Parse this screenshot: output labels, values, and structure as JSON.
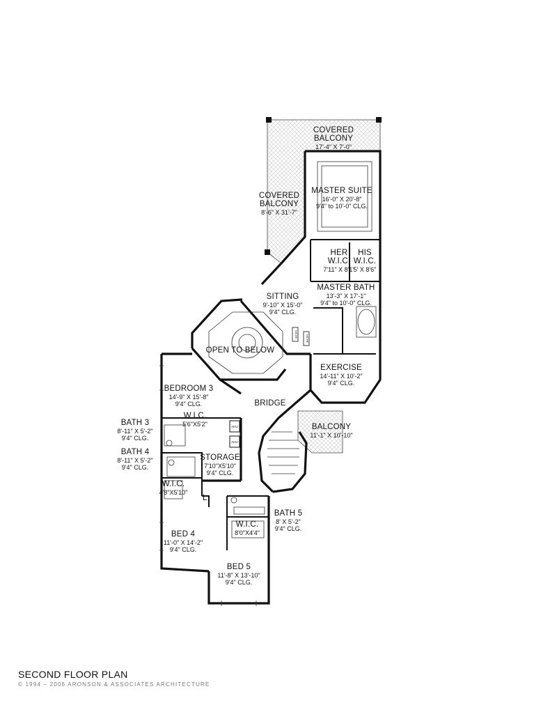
{
  "rooms": {
    "covered_balcony_top": {
      "name": "COVERED\nBALCONY",
      "dim": "17'-4\" X 7'-0\""
    },
    "covered_balcony_side": {
      "name": "COVERED\nBALCONY",
      "dim": "8'-6\" X 31'-7\""
    },
    "master_suite": {
      "name": "MASTER SUITE",
      "dim": "16'-0\" X 20'-8\"",
      "clg": "9'4\" to 10'-0\" CLG."
    },
    "her_wic": {
      "name": "HER\nW.I.C.",
      "dim": "7'11\" X 8'1\""
    },
    "his_wic": {
      "name": "HIS\nW.I.C.",
      "dim": "5' X 8'6\""
    },
    "master_bath": {
      "name": "MASTER BATH",
      "dim": "13'-3\" X 17'-1\"",
      "clg": "9'4\" to 10'-0\" CLG."
    },
    "sitting": {
      "name": "SITTING",
      "dim": "9'-10\" X 15'-0\"",
      "clg": "9'4\" CLG."
    },
    "open_to_below": {
      "name": "OPEN TO BELOW"
    },
    "exercise": {
      "name": "EXERCISE",
      "dim": "14'-11\" X 10'-2\"",
      "clg": "9'4\" CLG."
    },
    "bedroom3": {
      "name": "BEDROOM 3",
      "dim": "14'-9\" X 15'-8\"",
      "clg": "9'4\" CLG."
    },
    "bridge": {
      "name": "BRIDGE"
    },
    "wic_bed3": {
      "name": "W.I.C.",
      "dim": "5'6\"X5'2\""
    },
    "bath3": {
      "name": "BATH 3",
      "dim": "8'-11\" X 5'-2\"",
      "clg": "9'4\" CLG."
    },
    "bath4": {
      "name": "BATH 4",
      "dim": "8'-11\" X 5'-2\"",
      "clg": "9'4\" CLG."
    },
    "balcony": {
      "name": "BALCONY",
      "dim": "11'-1\" X 10'-10\""
    },
    "storage": {
      "name": "STORAGE",
      "dim": "7'10\"X5'10\"",
      "clg": "9'4\" CLG."
    },
    "wic_bed4": {
      "name": "W.I.C.",
      "dim": "4'8\"X5'10\""
    },
    "linen": {
      "name": "L."
    },
    "bath5": {
      "name": "BATH 5",
      "dim": "8' X 5'-2\"",
      "clg": "9'4\" CLG."
    },
    "wic_bed5": {
      "name": "W.I.C.",
      "dim": "8'0\"X4'4\""
    },
    "bed4": {
      "name": "BED 4",
      "dim": "11'-0\" X 14'-2\"",
      "clg": "9'4\" CLG."
    },
    "bed5": {
      "name": "BED 5",
      "dim": "11'-8\" X 13'-10\"",
      "clg": "9'4\" CLG."
    },
    "ahu_1": {
      "name": "AHU"
    },
    "ahu_2": {
      "name": "AHU"
    },
    "niche_1": {
      "name": "NICHE"
    },
    "niche_2": {
      "name": "NICHE"
    }
  },
  "footer": {
    "title": "SECOND FLOOR PLAN",
    "copyright": "© 1994 – 2006 ARONSON & ASSOCIATES ARCHITECTURE"
  }
}
